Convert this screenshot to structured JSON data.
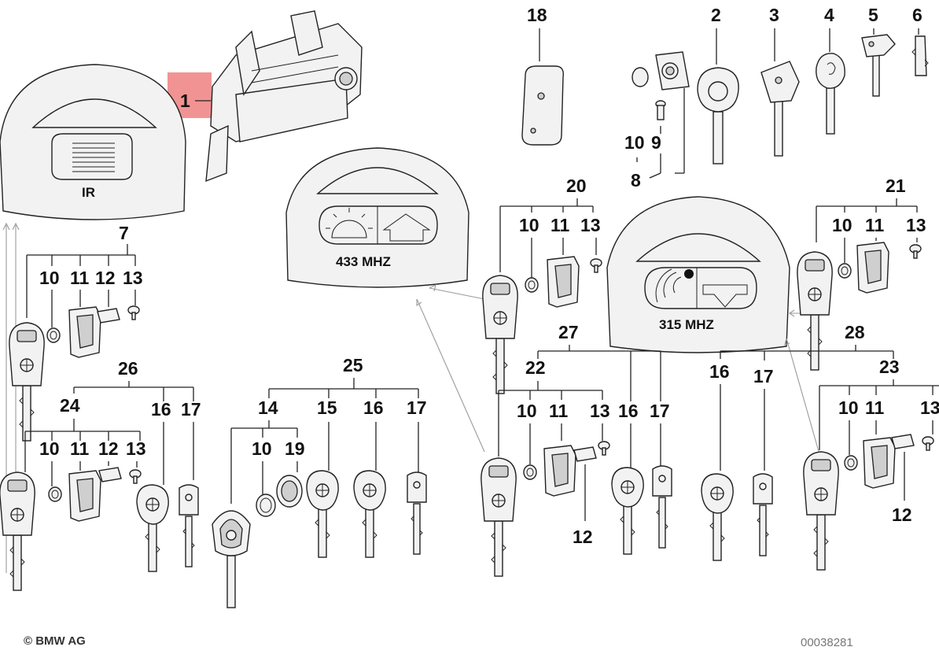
{
  "highlight_color": "#f08080",
  "covers": {
    "ir": "IR",
    "mhz433": "433 MHZ",
    "mhz315": "315 MHZ"
  },
  "parts": {
    "p1": "1",
    "p2": "2",
    "p3": "3",
    "p4": "4",
    "p5": "5",
    "p6": "6",
    "p7": "7",
    "p8": "8",
    "p9": "9",
    "p10": "10",
    "p11": "11",
    "p12": "12",
    "p13": "13",
    "p14": "14",
    "p15": "15",
    "p16": "16",
    "p17": "17",
    "p18": "18",
    "p19": "19",
    "p20": "20",
    "p21": "21",
    "p22": "22",
    "p23": "23",
    "p24": "24",
    "p25": "25",
    "p26": "26",
    "p27": "27",
    "p28": "28"
  },
  "footer": {
    "copyright": "© BMW AG",
    "code": "00038281"
  }
}
